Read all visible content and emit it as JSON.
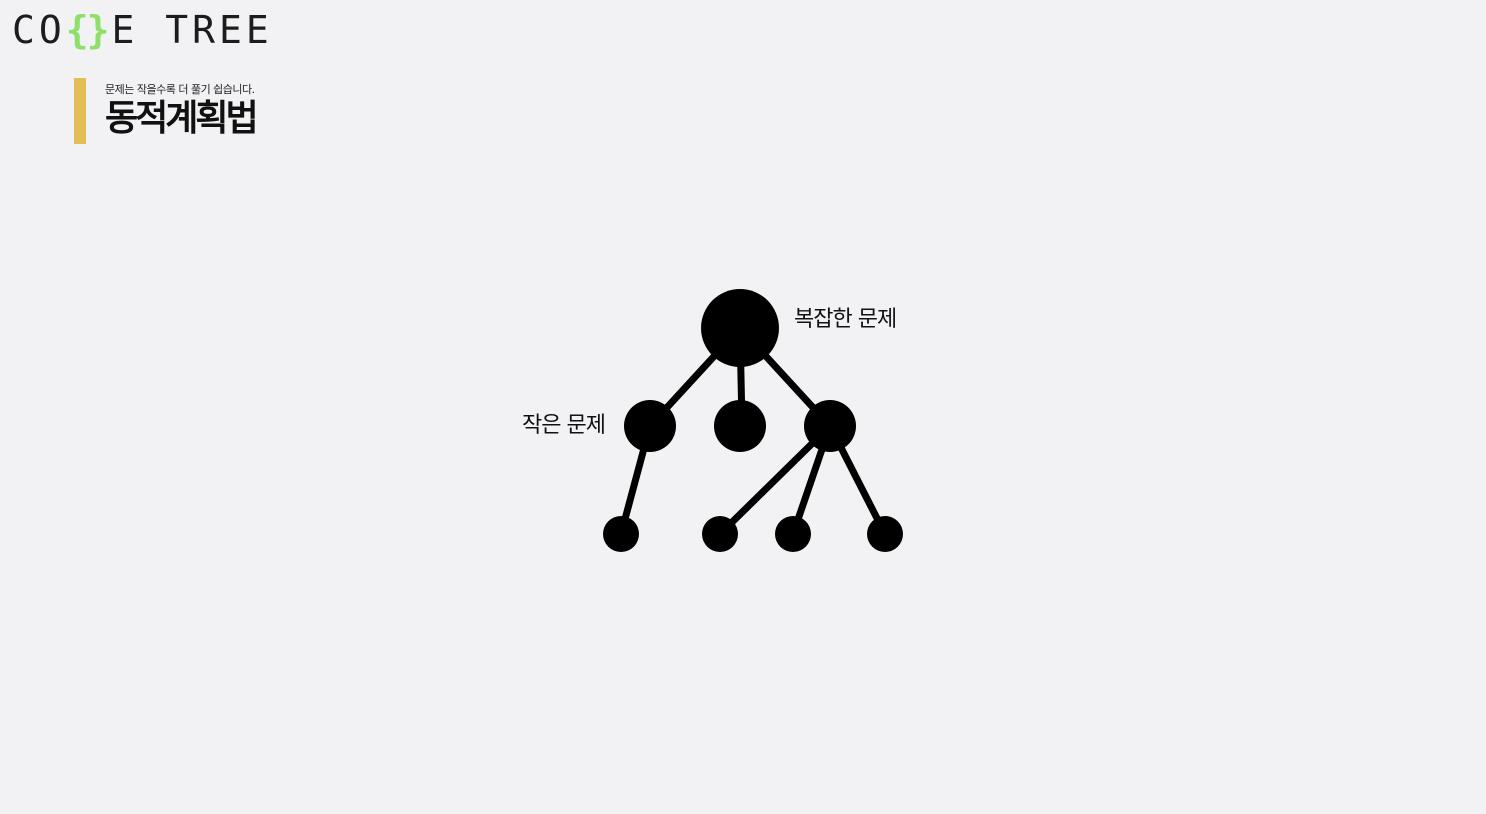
{
  "logo": {
    "prefix": "CO",
    "accent": "{}",
    "suffix": "E TREE"
  },
  "header": {
    "subtitle": "문제는 작을수록 더 풀기 쉽습니다.",
    "title": "동적계획법"
  },
  "diagram": {
    "root_label": "복잡한 문제",
    "small_label": "작은 문제"
  }
}
